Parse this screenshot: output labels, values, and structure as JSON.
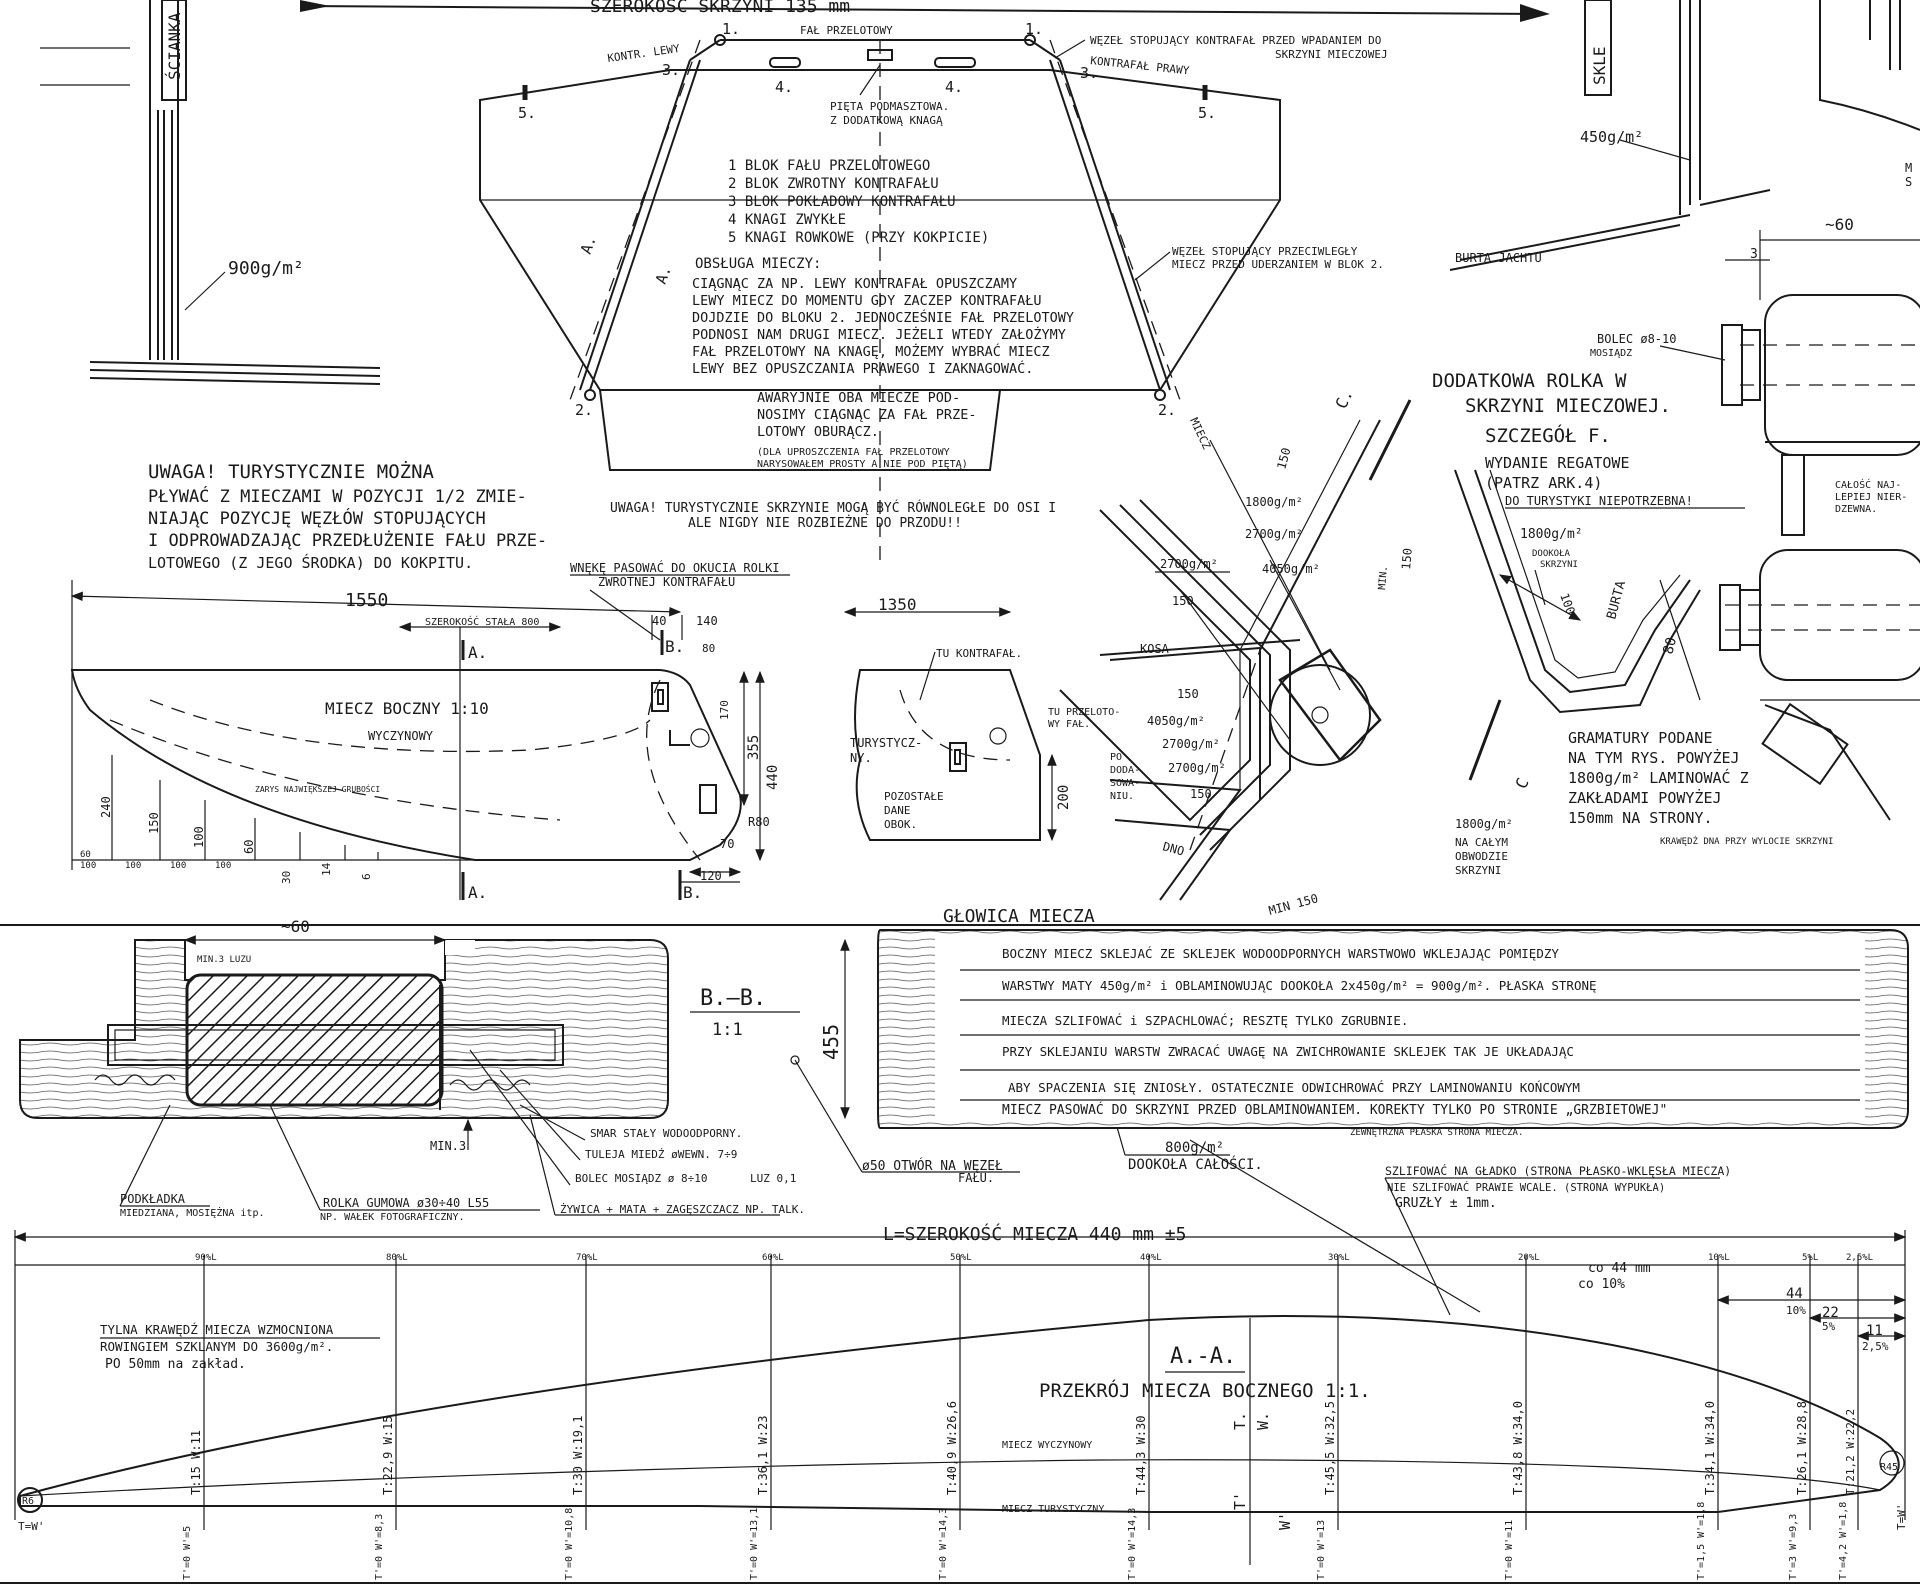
{
  "header": {
    "top_fragment": "SZEROKOŚĆ SKRZYNI 135 mm",
    "wall_label": "ŚCIANKA",
    "wall_label_right": "SKLE"
  },
  "left_detail": {
    "gram": "900g/m²"
  },
  "rigging": {
    "num_1": "1.",
    "num_2": "2.",
    "num_3": "3.",
    "num_4": "4.",
    "num_5": "5.",
    "sec_a": "A.",
    "fal": "FAŁ PRZELOTOWY",
    "kontr_lewy": "KONTR. LEWY",
    "kontr_prawy": "KONTRAFAŁ PRAWY",
    "pieta": "PIĘTA PODMASZTOWA\nZ DODATKOWĄ KNAGĄ",
    "wezel_top": "WĘZEŁ STOPUJĄCY KONTRAFAŁ PRZED WPADANIEM DO\nSKRZYNI MIECZOWEJ",
    "wezel_right": "WĘZEŁ STOPUJĄCY PRZECIWLEGŁY\nMIECZ PRZED UDERZANIEM W BLOK 2.",
    "legend": [
      "1  BLOK FAŁU PRZELOTOWEGO",
      "2  BLOK ZWROTNY KONTRAFAŁU",
      "3  BLOK POKŁADOWY KONTRAFAŁU",
      "4  KNAGI ZWYKŁE",
      "5  KNAGI ROWKOWE (PRZY KOKPICIE)"
    ],
    "obsluga_title": "OBSŁUGA MIECZY:",
    "obsluga": [
      "CIĄGNĄC ZA NP. LEWY KONTRAFAŁ OPUSZCZAMY",
      "LEWY MIECZ DO MOMENTU GDY ZACZEP KONTRAFAŁU",
      "DOJDZIE DO BLOKU 2. JEDNOCZEŚNIE FAŁ PRZELOTOWY",
      "PODNOSI NAM DRUGI MIECZ. JEŻELI WTEDY ZAŁOŻYMY",
      "FAŁ PRZELOTOWY NA KNAGĘ, MOŻEMY WYBRAĆ MIECZ",
      "LEWY BEZ OPUSZCZANIA PRAWEGO I ZAKNAGOWAĆ."
    ],
    "awaryjnie": [
      "AWARYJNIE OBA MIECZE POD-",
      "NOSIMY CIĄGNĄC ZA FAŁ PRZE-",
      "LOTOWY OBURĄCZ."
    ],
    "awaryjnie_note": [
      "(DLA UPROSZCZENIA FAŁ PRZELOTOWY",
      "NARYSOWAŁEM PROSTY A NIE POD PIĘTĄ)"
    ],
    "miecz": "MIECZ"
  },
  "notes": {
    "uwaga1": [
      "UWAGA!  TURYSTYCZNIE  MOŻNA",
      "PŁYWAĆ Z MIECZAMI W POZYCJI 1/2 ZMIE-",
      "NIAJĄC POZYCJĘ WĘZŁÓW STOPUJĄCYCH",
      "I ODPROWADZAJĄC PRZEDŁUŻENIE FAŁU PRZE-",
      "LOTOWEGO (Z JEGO ŚRODKA) DO KOKPITU."
    ],
    "uwaga2": [
      "UWAGA!  TURYSTYCZNIE SKRZYNIE MOGĄ BYĆ RÓWNOLEGŁE DO OSI I",
      "ALE NIGDY NIE ROZBIEŻNE DO PRZODU!!"
    ],
    "wneke": [
      "WNĘKĘ PASOWAĆ DO OKUCIA ROLKI",
      "ZWROTNEJ KONTRAFAŁU"
    ]
  },
  "miecz_boczny": {
    "title": "MIECZ BOCZNY 1:10",
    "subtitle": "WYCZYNOWY",
    "dim_1550": "1550",
    "szerokosc": "SZEROKOŚĆ STAŁA 800",
    "sec_a": "A.",
    "sec_b": "B.",
    "dim_40": "40",
    "dim_140": "140",
    "dim_80": "80",
    "dim_170": "170",
    "dim_355": "355",
    "dim_440": "440",
    "dim_r80": "R80",
    "dim_70": "70",
    "dim_120": "120",
    "zarys": "ZARYS NAJWIĘKSZEJ GRUBOŚCI",
    "ord": [
      "240",
      "150",
      "100",
      "60",
      "30",
      "14",
      "6"
    ],
    "base": [
      "60",
      "100",
      "100",
      "100",
      "100"
    ]
  },
  "tur_detail": {
    "dim_1350": "1350",
    "tu_kontrafal": "TU KONTRAFAŁ.",
    "tu_przelot": "TU PRZELOTO-\nWY FAŁ.",
    "turystyczny": "TURYSTYCZ-\nNY.",
    "pozostale": "POZOSTAŁE\nDANE\nOBOK.",
    "dim_200": "200"
  },
  "box_detail": {
    "c_label": "C.",
    "c_label2": "C",
    "dim_150a": "150",
    "dim_150b": "150",
    "dim_150c": "150",
    "dim_150d": "150",
    "min": "MIN.",
    "g1800": "1800g/m²",
    "g2700a": "2700g/m²",
    "g2700b": "2700g/m²",
    "g4050a": "4050g/m²",
    "g4050b": "4050g/m²",
    "g2700c": "2700g/m²",
    "g2700d": "2700g/m²",
    "g1800b": "1800g/m²",
    "na_calym": "NA CAŁYM\nOBWODZIE\nSKRZYNI",
    "kosa": "KOSA",
    "dno": "DNO",
    "po_dod": "PO\nDODA-\nSOWA-\nNIU.",
    "min150": "MIN 150"
  },
  "rolka": {
    "title": [
      "DODATKOWA ROLKA W",
      "SKRZYNI MIECZOWEJ.",
      "SZCZEGÓŁ F."
    ],
    "wydanie": [
      "WYDANIE REGATOWE",
      "(PATRZ ARK.4)"
    ],
    "do_tur": "DO TURYSTYKI NIEPOTRZEBNA!",
    "g1800": "1800g/m²",
    "dookola": "DOOKOŁA\nSKRZYNI",
    "dim_100": "100",
    "dim_80": "80",
    "burta": "BURTA",
    "gramatury": [
      "GRAMATURY PODANE",
      "NA TYM RYS. POWYŻEJ",
      "1800g/m² LAMINOWAĆ Z",
      "ZAKŁADAMI POWYŻEJ",
      "150mm NA STRONY."
    ],
    "krawedz": "KRAWĘDŹ DNA PRZY WYLOCIE SKRZYNI"
  },
  "right_detail": {
    "g450": "450g/m²",
    "burta_jachtu": "BURTA JACHTU",
    "dim_60": "~60",
    "dim_3": "3",
    "bolec": "BOLEC ø8-10\nMOSIĄDZ",
    "calosc": "CAŁOŚĆ NAJ-\nLEPIEJ NIER-\nDZEWNA.",
    "ms": "M\nS"
  },
  "glowica": {
    "title": "GŁOWICA MIECZA",
    "bb": "B.—B.",
    "scale": "1:1",
    "dim_60": "~60",
    "min3luzu": "MIN.3 LUZU",
    "dim_455": "455",
    "min3": "MIN.3",
    "smar": "SMAR STAŁY WODOODPORNY.",
    "tuleja": "TULEJA MIEDŹ øWEWN. 7÷9",
    "bolec": "BOLEC MOSIĄDZ ø 8÷10",
    "luz": "LUZ 0,1",
    "podkladka": "PODKŁADKA\nMIEDZIANA, MOSIĘŻNA itp.",
    "rolka": "ROLKA GUMOWA ø30÷40 L55\nNP. WAŁEK FOTOGRAFICZNY.",
    "zywica": "ŻYWICA + MATA + ZAGĘSZCZACZ NP. TALK.",
    "otwor": "ø50 OTWÓR NA WĘZEŁ\nFAŁU.",
    "g800": "800g/m²\nDOOKOŁA CAŁOŚCI."
  },
  "instructions": [
    "BOCZNY MIECZ SKLEJAĆ ZE SKLEJEK WODOODPORNYCH WARSTWOWO WKLEJAJĄC POMIĘDZY",
    "WARSTWY MATY 450g/m² i OBLAMINOWUJĄC DOOKOŁA 2x450g/m² = 900g/m². PŁASKA STRONĘ",
    "MIECZA SZLIFOWAĆ i SZPACHLOWAĆ; RESZTĘ TYLKO ZGRUBNIE.",
    "PRZY SKLEJANIU WARSTW ZWRACAĆ UWAGĘ NA ZWICHROWANIE SKLEJEK TAK JE UKŁADAJĄC",
    "ABY SPACZENIA SIĘ ZNIOSŁY.  OSTATECZNIE ODWICHROWAĆ PRZY LAMINOWANIU KOŃCOWYM",
    "MIECZ PASOWAĆ DO SKRZYNI PRZED OBLAMINOWANIEM. KOREKTY TYLKO PO STRONIE „GRZBIETOWEJ\"",
    "ZEWNĘTRZNA PŁASKA STRONA MIECZA."
  ],
  "szlifowac": [
    "SZLIFOWAĆ NA GŁADKO (STRONA PŁASKO-WKLĘSŁA MIECZA)",
    "NIE SZLIFOWAĆ PRAWIE WCALE. (STRONA WYPUKŁA)",
    "GRUZŁY ± 1mm."
  ],
  "profile": {
    "width_label": "L=SZEROKOŚĆ MIECZA 440 mm ±5",
    "title": "A.-A.",
    "subtitle": "PRZEKRÓJ MIECZA BOCZNEGO 1:1.",
    "stations": [
      "90%L",
      "80%L",
      "70%L",
      "60%L",
      "50%L",
      "40%L",
      "30%L",
      "20%L",
      "10%L",
      "5%L",
      "2,5%L"
    ],
    "co44": "co 44 mm\nco 10%",
    "dim_44": "44",
    "p10": "10%",
    "dim_22": "22",
    "p5": "5%",
    "dim_11": "11",
    "p25": "2,5%",
    "tylna": [
      "TYLNA KRAWĘDŹ MIECZA WZMOCNIONA",
      "ROWINGIEM SZKLANYM DO 3600g/m².",
      "PO 50mm na zakład."
    ],
    "wyczynowy": "MIECZ WYCZYNOWY",
    "turystyczny": "MIECZ TURYSTYCZNY",
    "r6": "R6",
    "tw": "T=W'",
    "tlabel": "T.",
    "wlabel": "W.",
    "t1label": "T'",
    "w1label": "W'",
    "upper": [
      "T:15 W:11",
      "T:22,9 W:15",
      "T:30 W:19,1",
      "T:36,1 W:23",
      "T:40,9 W:26,6",
      "T:44,3 W:30",
      "T:45,5 W:32,5",
      "T:43,8 W:34,0",
      "T:34,1 W:34,0",
      "T:26,1 W:28,8",
      "T:21,2 W:22,2"
    ],
    "lower": [
      "T'=0 W'=5",
      "T'=0 W'=8,3",
      "T'=0 W'=10,8",
      "T'=0 W'=13,1",
      "T'=0 W'=14,3",
      "T'=0 W'=14,3",
      "T'=0 W'=13",
      "T'=0 W'=11",
      "T'=1,5 W'=1,8",
      "T'=3 W'=9,3",
      "T'=4,2 W'=1,8"
    ],
    "r45": "R45",
    "tw_end": "T=W'"
  }
}
